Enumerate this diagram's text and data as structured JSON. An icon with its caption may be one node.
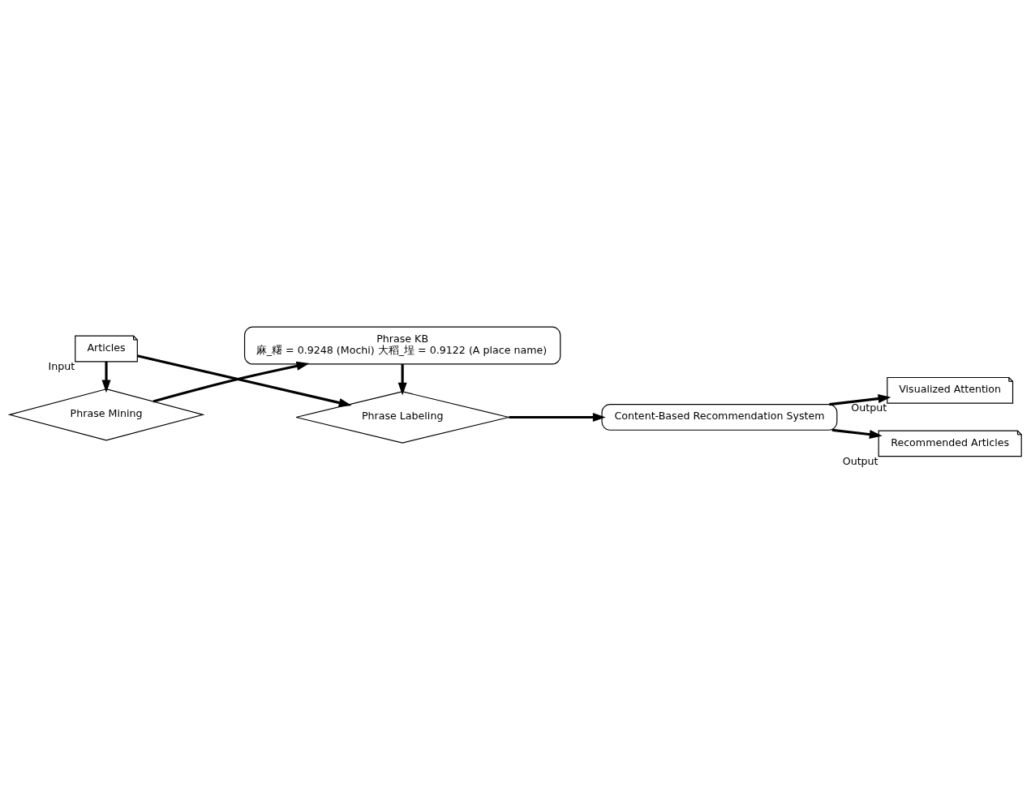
{
  "diagram": {
    "nodes": [
      {
        "text": [
          "Phrase Mining"
        ]
      },
      {
        "text": [
          "Phrase KB",
          "麻_糬 = 0.9248 (Mochi) 大稻_埕 = 0.9122 (A place name)"
        ]
      },
      {
        "text": [
          "Articles"
        ],
        "beside": [
          "Input"
        ]
      },
      {
        "text": [
          "Phrase Labeling"
        ]
      },
      {
        "text": [
          "Content-Based Recommendation System"
        ]
      },
      {
        "text": [
          "Visualized Attention"
        ],
        "beside": [
          "Output"
        ]
      },
      {
        "text": [
          "Recommended Articles"
        ],
        "beside": [
          "Output"
        ]
      }
    ],
    "edges": [
      {
        "from": 2,
        "to": 0,
        "arrow": "to"
      },
      {
        "from": 0,
        "to": 1,
        "arrow": "to"
      },
      {
        "from": 1,
        "to": 3,
        "arrow": "to"
      },
      {
        "from": 2,
        "to": 3,
        "arrow": "to"
      },
      {
        "from": 3,
        "to": 4,
        "arrow": "to"
      },
      {
        "from": 4,
        "to": 5,
        "arrow": "to"
      },
      {
        "from": 4,
        "to": 6,
        "arrow": "to"
      }
    ]
  }
}
